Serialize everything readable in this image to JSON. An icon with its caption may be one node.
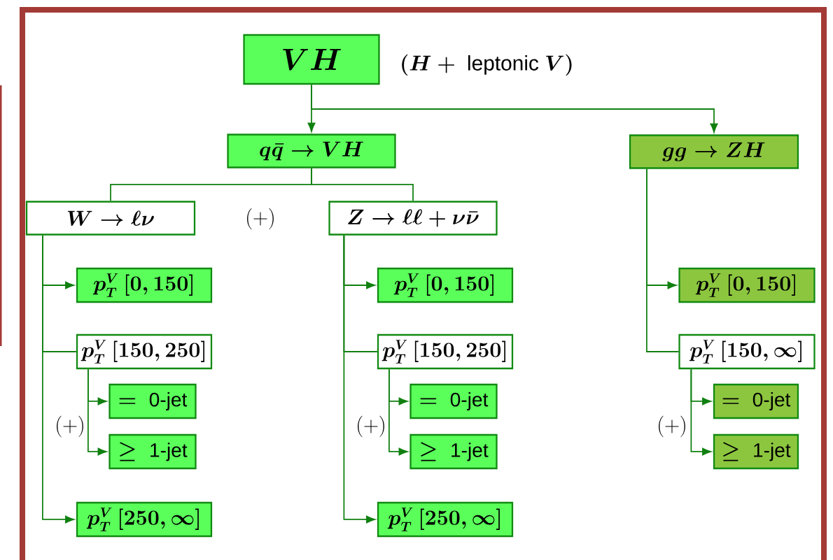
{
  "diagram": {
    "nodes": [
      {
        "text": [
          "VH"
        ],
        "beside": [
          "(H+\\mbox{ leptonic }V)"
        ]
      },
      {
        "text": [
          "q\\bar{q}\\to VH"
        ]
      },
      {
        "text": [
          "gg\\to ZH"
        ]
      },
      {
        "text": [
          "W\\to \\ell\\nu"
        ]
      },
      {
        "text": [
          "Z\\to \\ell\\ell+\\nu\\bar{\\nu}"
        ]
      },
      {
        "text": [
          "p_T^V\\,[0,150]"
        ]
      },
      {
        "text": [
          "p_T^V\\,[150,250]"
        ]
      },
      {
        "text": [
          "=\\mbox{ 0-jet}"
        ]
      },
      {
        "text": [
          "\\geq\\mbox{ 1-jet}"
        ]
      },
      {
        "text": [
          "p_T^V\\,[250,\\infty]"
        ]
      },
      {
        "text": [
          "p_T^V\\,[0,150]"
        ]
      },
      {
        "text": [
          "p_T^V\\,[150,250]"
        ]
      },
      {
        "text": [
          "=\\mbox{ 0-jet}"
        ]
      },
      {
        "text": [
          "\\geq\\mbox{ 1-jet}"
        ]
      },
      {
        "text": [
          "p_T^V\\,[250,\\infty]"
        ]
      },
      {
        "text": [
          "p_T^V\\,[0,150]"
        ]
      },
      {
        "text": [
          "p_T^V\\,[150,\\infty]"
        ]
      },
      {
        "text": [
          "=\\mbox{ 0-jet}"
        ]
      },
      {
        "text": [
          "\\geq\\mbox{ 1-jet}"
        ]
      }
    ],
    "edges": [
      {
        "from": 0,
        "to": 1,
        "arrow": "to"
      },
      {
        "from": 0,
        "to": 2,
        "arrow": "to"
      },
      {
        "from": 1,
        "to": 3,
        "arrow": "none"
      },
      {
        "from": 1,
        "to": 4,
        "arrow": "none"
      },
      {
        "from": 3,
        "to": 5,
        "arrow": "to"
      },
      {
        "from": 3,
        "to": 6,
        "arrow": "none"
      },
      {
        "from": 6,
        "to": 7,
        "arrow": "to"
      },
      {
        "from": 6,
        "to": 8,
        "arrow": "to"
      },
      {
        "from": 3,
        "to": 9,
        "arrow": "to"
      },
      {
        "from": 4,
        "to": 10,
        "arrow": "to"
      },
      {
        "from": 4,
        "to": 11,
        "arrow": "none"
      },
      {
        "from": 11,
        "to": 12,
        "arrow": "to"
      },
      {
        "from": 11,
        "to": 13,
        "arrow": "to"
      },
      {
        "from": 4,
        "to": 14,
        "arrow": "to"
      },
      {
        "from": 2,
        "to": 15,
        "arrow": "to"
      },
      {
        "from": 2,
        "to": 16,
        "arrow": "none"
      },
      {
        "from": 16,
        "to": 17,
        "arrow": "to"
      },
      {
        "from": 16,
        "to": 18,
        "arrow": "to"
      }
    ],
    "labels": [
      "(+)",
      "(+)",
      "(+)",
      "(+)"
    ]
  }
}
